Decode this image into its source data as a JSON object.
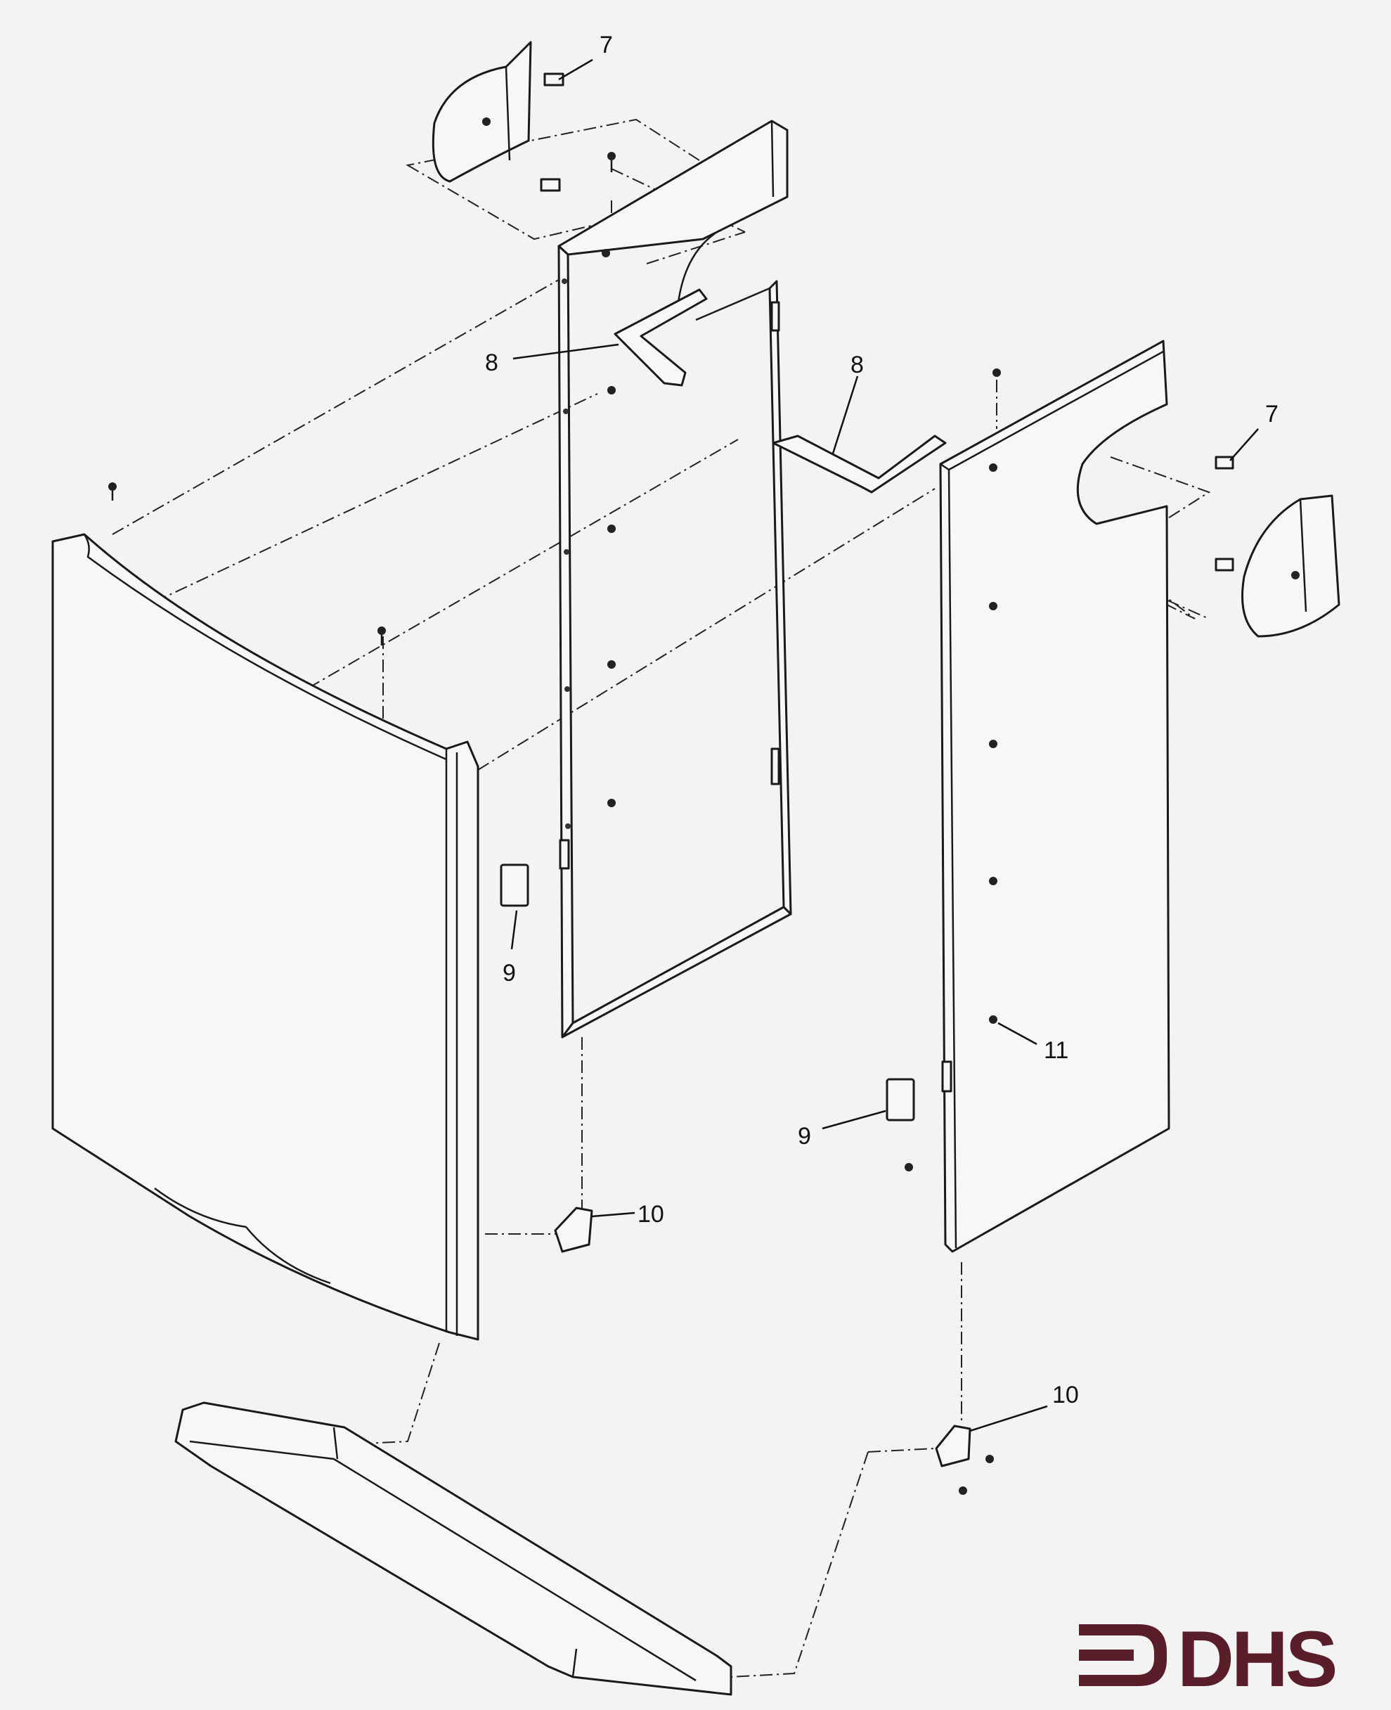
{
  "diagram": {
    "callouts": [
      {
        "id": "c7a",
        "label": "7"
      },
      {
        "id": "c7b",
        "label": "7"
      },
      {
        "id": "c8a",
        "label": "8"
      },
      {
        "id": "c8b",
        "label": "8"
      },
      {
        "id": "c9a",
        "label": "9"
      },
      {
        "id": "c9b",
        "label": "9"
      },
      {
        "id": "c10a",
        "label": "10"
      },
      {
        "id": "c10b",
        "label": "10"
      },
      {
        "id": "c11",
        "label": "11"
      }
    ],
    "logo": {
      "text": "DHS",
      "color": "#5a1e2a"
    }
  }
}
